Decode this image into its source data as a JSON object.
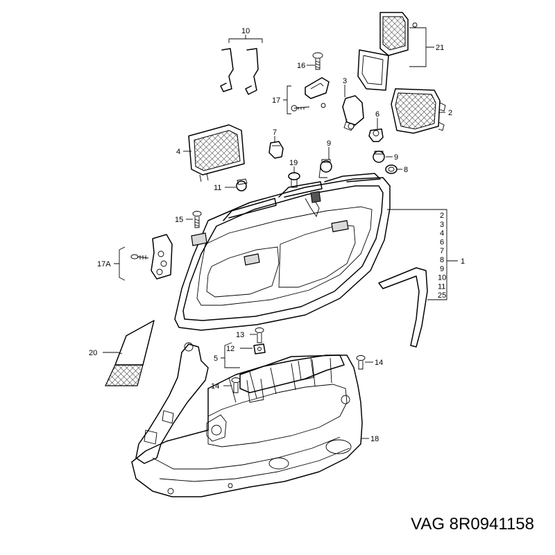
{
  "labels": {
    "l1": "1",
    "l2": "2",
    "l3": "3",
    "l4": "4",
    "l5": "5",
    "l6": "6",
    "l7": "7",
    "l8": "8",
    "l9a": "9",
    "l9b": "9",
    "l10": "10",
    "l11": "11",
    "l12": "12",
    "l13": "13",
    "l14a": "14",
    "l14b": "14",
    "l15": "15",
    "l16": "16",
    "l17": "17",
    "l17a": "17A",
    "l18": "18",
    "l19": "19",
    "l20": "20",
    "l21": "21"
  },
  "bracket_list": [
    "2",
    "3",
    "4",
    "6",
    "7",
    "8",
    "9",
    "10",
    "11",
    "25"
  ],
  "part_number": "VAG 8R0941158"
}
